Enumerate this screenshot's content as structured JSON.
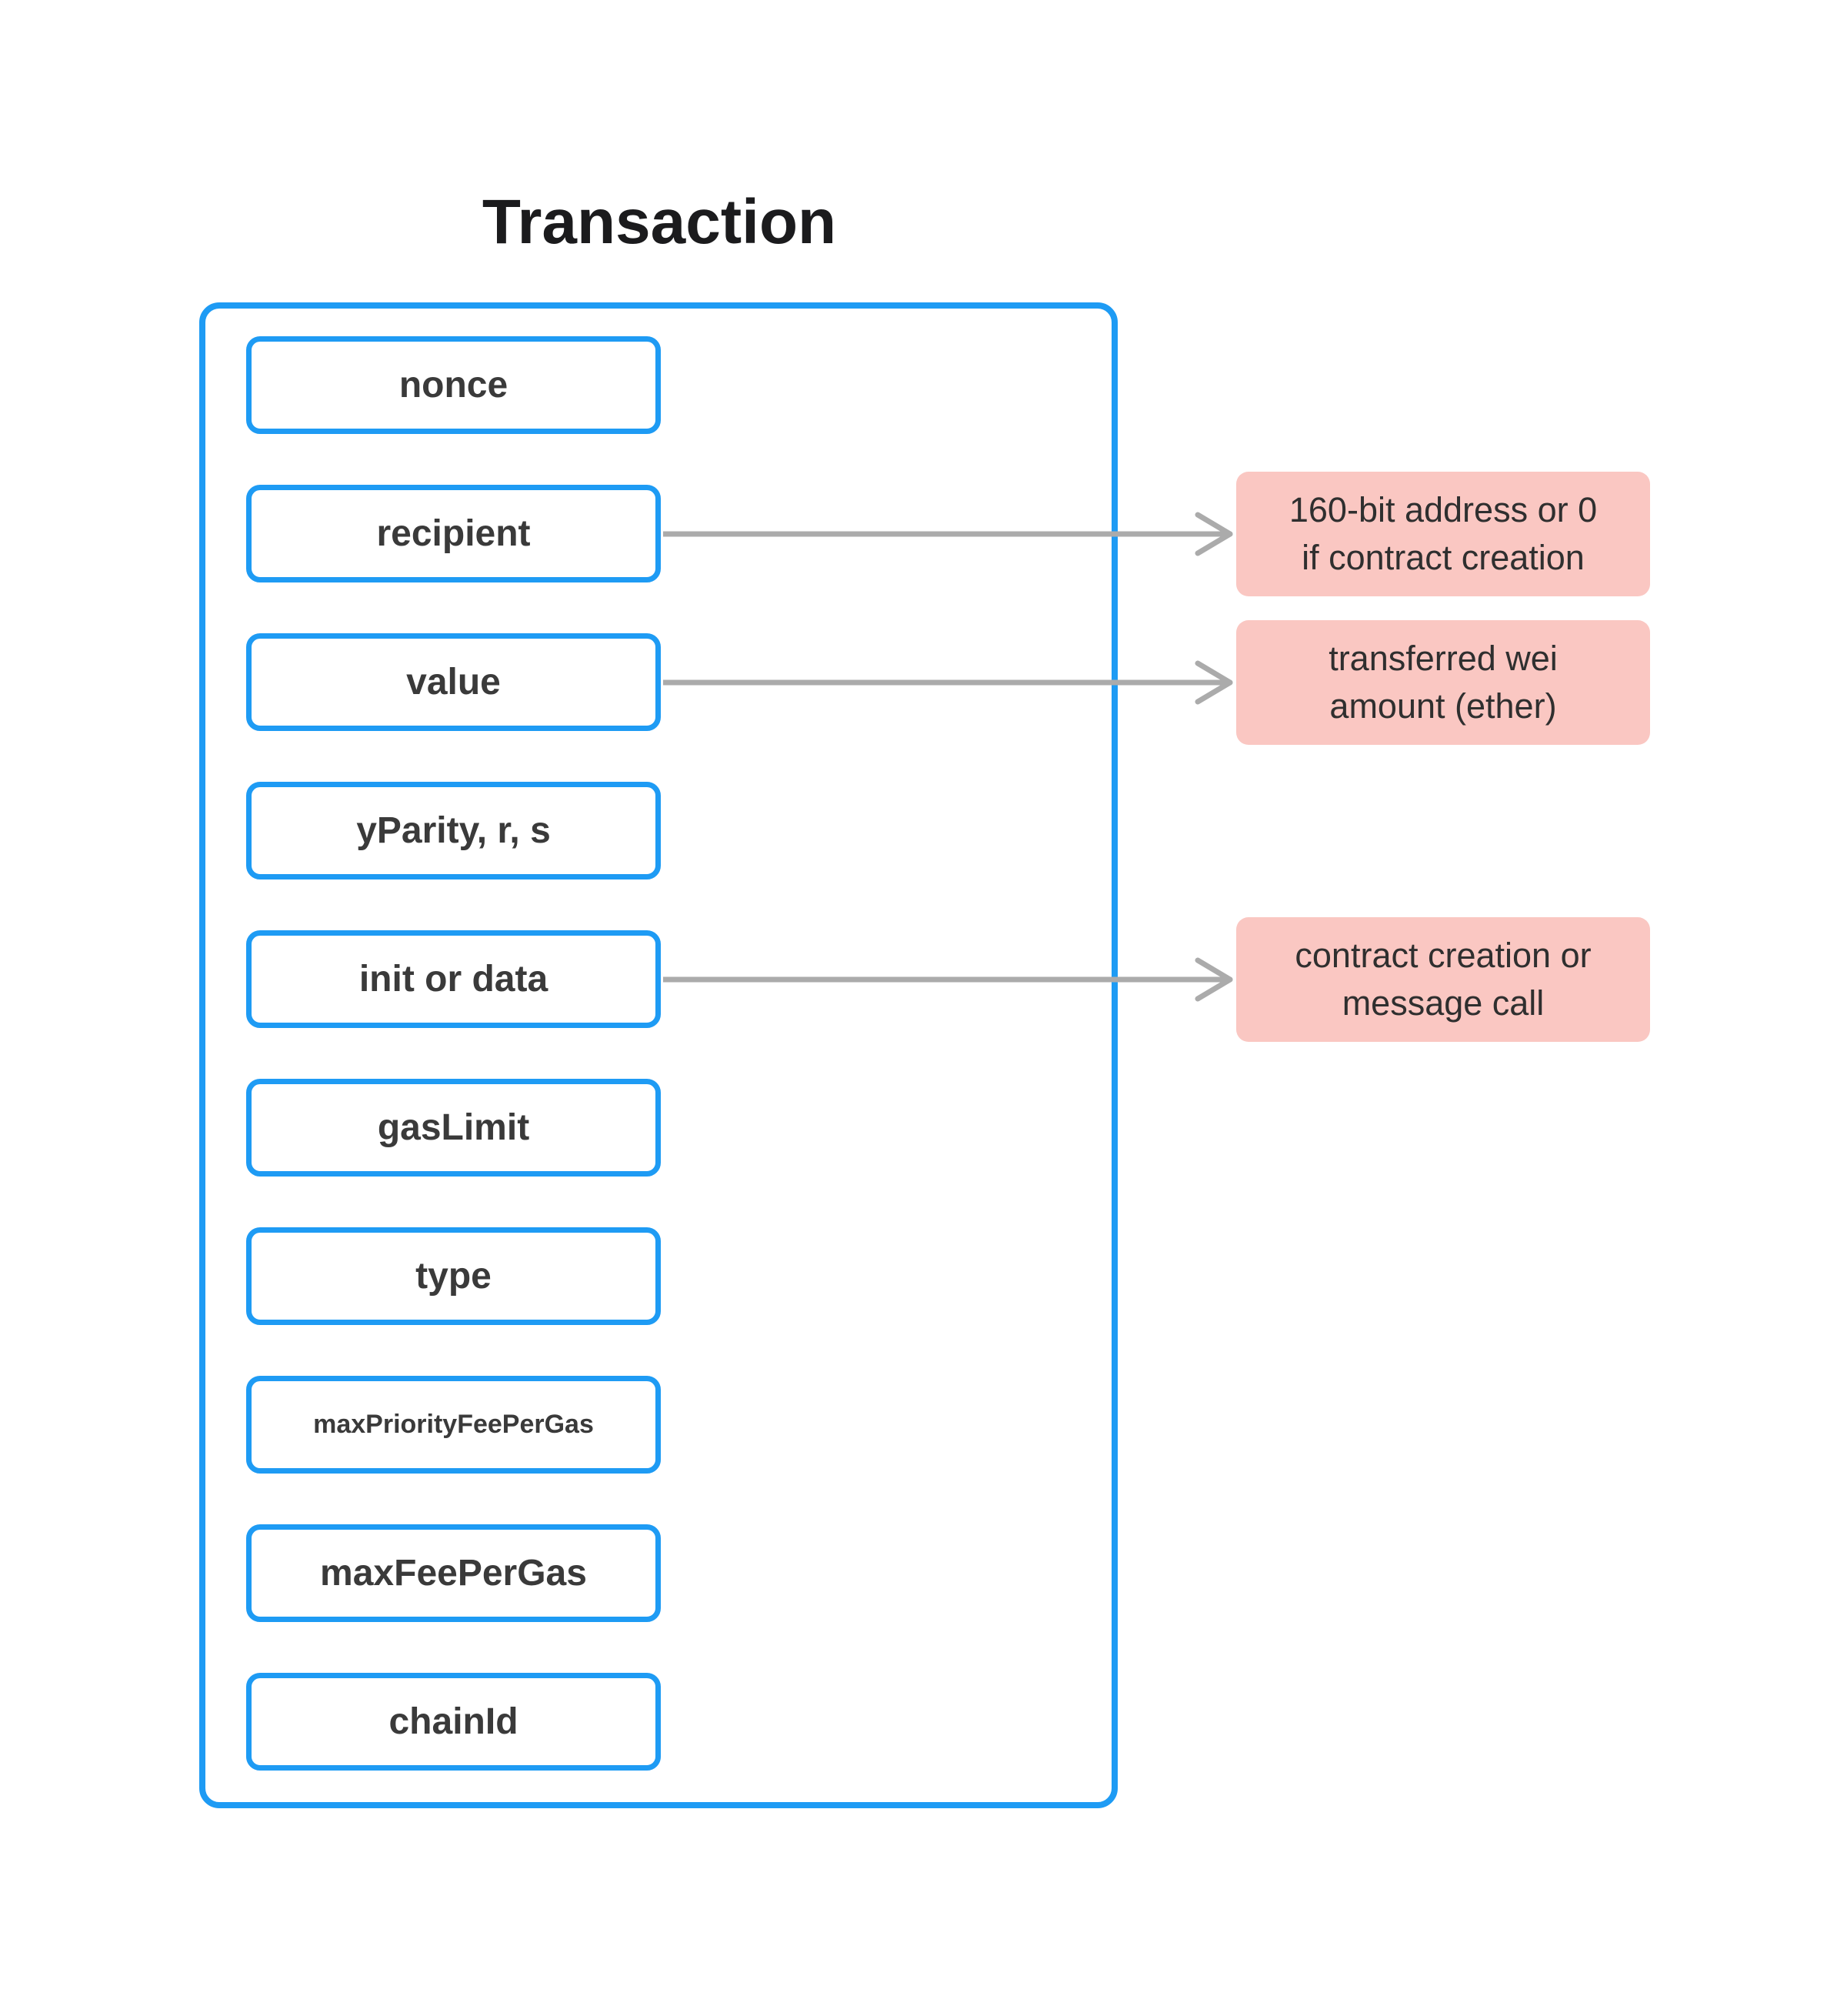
{
  "title": "Transaction",
  "fields": [
    {
      "label": "nonce"
    },
    {
      "label": "recipient",
      "note": "160-bit address or 0\nif contract creation"
    },
    {
      "label": "value",
      "note": "transferred wei\namount (ether)"
    },
    {
      "label": "yParity, r, s"
    },
    {
      "label": "init or data",
      "note": "contract creation or\nmessage call"
    },
    {
      "label": "gasLimit"
    },
    {
      "label": "type"
    },
    {
      "label": "maxPriorityFeePerGas",
      "small": true
    },
    {
      "label": "maxFeePerGas"
    },
    {
      "label": "chainId"
    }
  ],
  "colors": {
    "box_border": "#1e9bf4",
    "note_bg": "#fac7c2",
    "arrow": "#ababab",
    "label_text": "#3a3a3a",
    "note_text": "#2f2f2f",
    "title_text": "#1b1b1d",
    "background": "#ffffff"
  }
}
